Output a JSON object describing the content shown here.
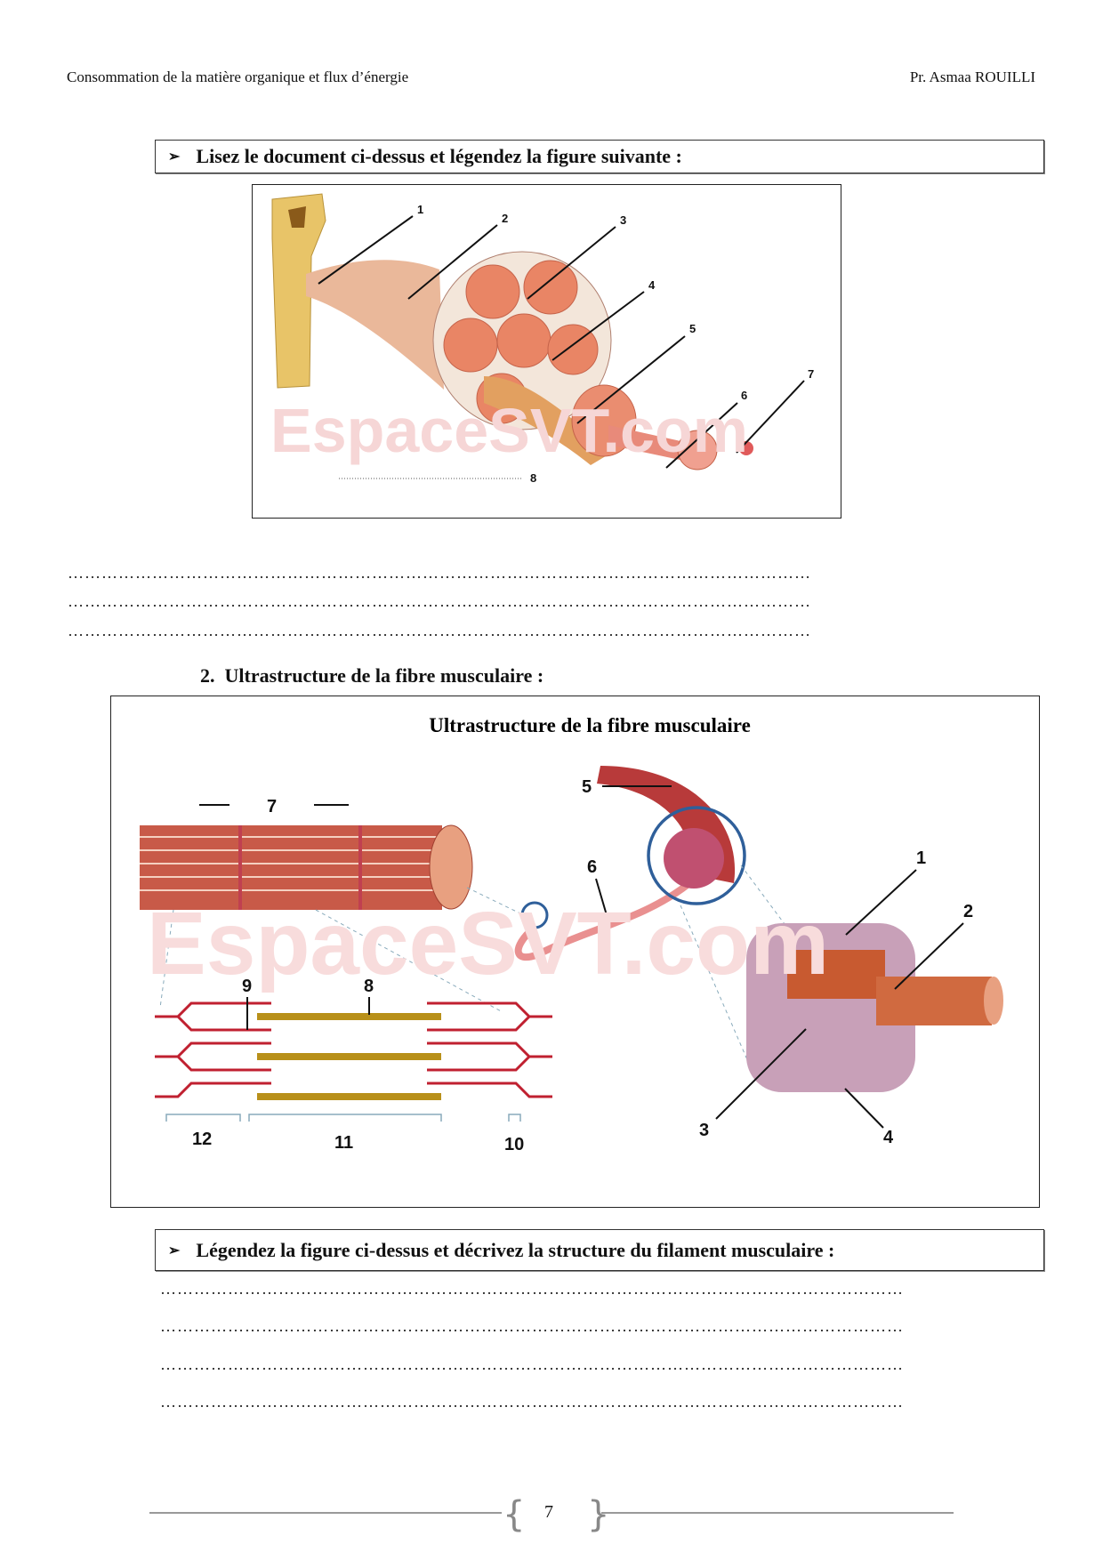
{
  "header": {
    "left": "Consommation de la matière organique et flux d’énergie",
    "right": "Pr. Asmaa ROUILLI"
  },
  "question1": {
    "bullet": "➢",
    "text": "Lisez le document ci-dessus et légendez la figure suivante :"
  },
  "figure1": {
    "labels": [
      "1",
      "2",
      "3",
      "4",
      "5",
      "6",
      "7",
      "8"
    ],
    "watermark": "EspaceSVT.com"
  },
  "answer_lines1": [
    "……………………………………………………………………………………………………………………",
    "……………………………………………………………………………………………………………………",
    "……………………………………………………………………………………………………………………"
  ],
  "section2": {
    "number": "2.",
    "title": "Ultrastructure de la fibre musculaire :"
  },
  "figure2": {
    "title": "Ultrastructure de la fibre musculaire",
    "labels": [
      "1",
      "2",
      "3",
      "4",
      "5",
      "6",
      "7",
      "8",
      "9",
      "10",
      "11",
      "12"
    ],
    "watermark": "EspaceSVT.com"
  },
  "question2": {
    "bullet": "➢",
    "text": "Légendez la figure ci-dessus et décrivez la structure du filament musculaire :"
  },
  "answer_lines2": [
    "……………………………………………………………………………………………………………………",
    "……………………………………………………………………………………………………………………",
    "……………………………………………………………………………………………………………………",
    "……………………………………………………………………………………………………………………"
  ],
  "footer": {
    "page_number": "7"
  }
}
